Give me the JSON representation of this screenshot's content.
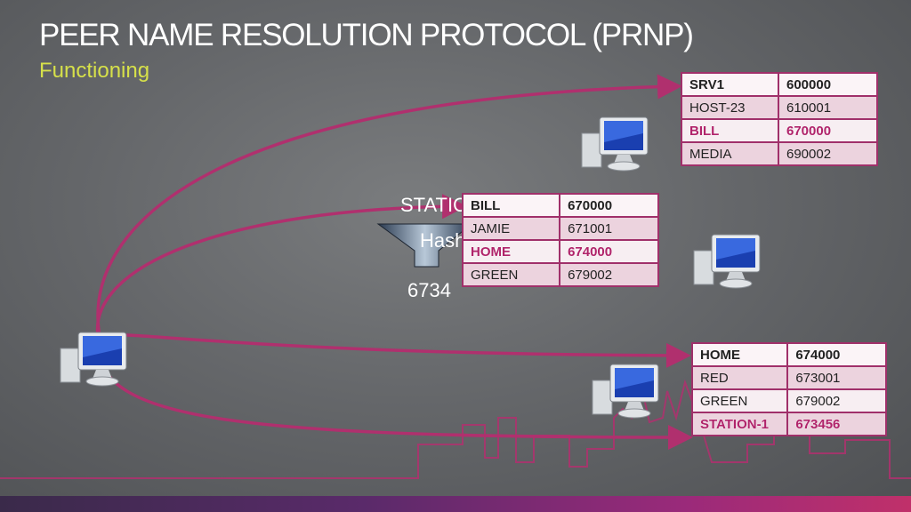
{
  "slide": {
    "title": "PEER NAME RESOLUTION PROTOCOL (PRNP)",
    "subtitle": "Functioning"
  },
  "hash": {
    "input_label": "STATIO",
    "function_label": "Hash",
    "output_label": "6734"
  },
  "tables": {
    "top_right": {
      "rows": [
        {
          "name": "SRV1",
          "id": "600000"
        },
        {
          "name": "HOST-23",
          "id": "610001"
        },
        {
          "name": "BILL",
          "id": "670000"
        },
        {
          "name": "MEDIA",
          "id": "690002"
        }
      ]
    },
    "middle": {
      "rows": [
        {
          "name": "BILL",
          "id": "670000"
        },
        {
          "name": "JAMIE",
          "id": "671001"
        },
        {
          "name": "HOME",
          "id": "674000"
        },
        {
          "name": "GREEN",
          "id": "679002"
        }
      ]
    },
    "bottom_right": {
      "rows": [
        {
          "name": "HOME",
          "id": "674000"
        },
        {
          "name": "RED",
          "id": "673001"
        },
        {
          "name": "GREEN",
          "id": "679002"
        },
        {
          "name": "STATION-1",
          "id": "673456"
        }
      ]
    }
  },
  "colors": {
    "accent": "#a0306a",
    "subtitle": "#d6e04a",
    "highlight_text": "#b0236a"
  }
}
